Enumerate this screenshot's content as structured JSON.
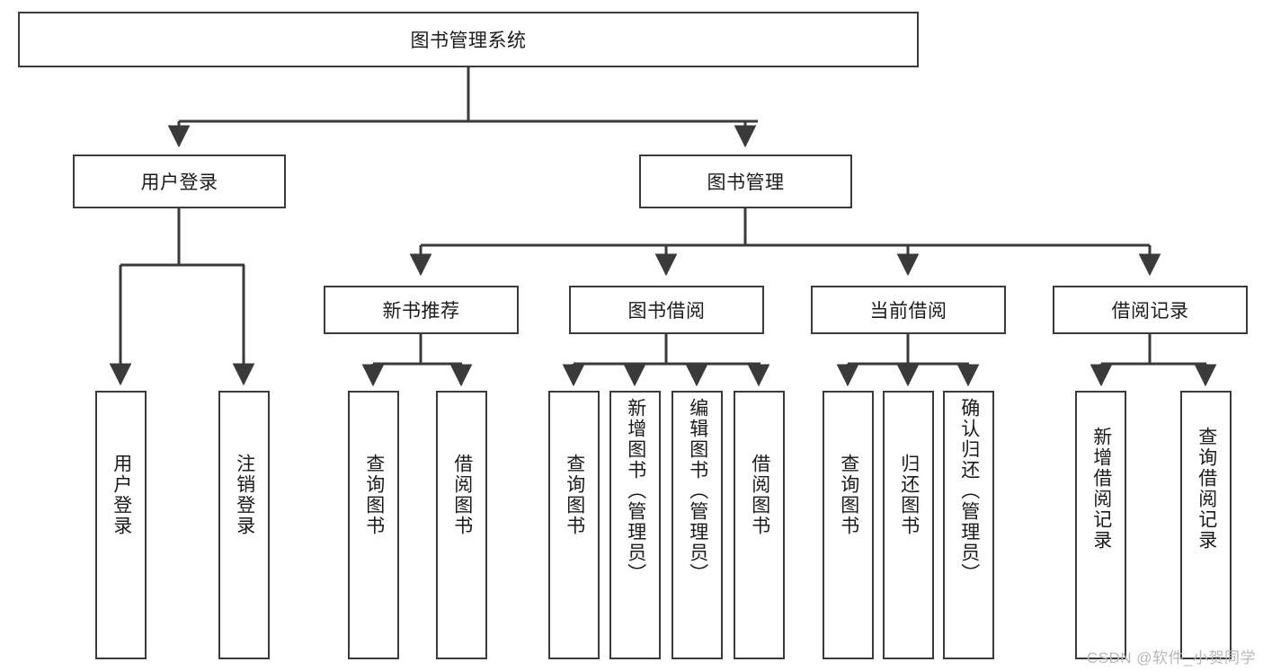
{
  "diagram": {
    "type": "tree-hierarchy",
    "title": "图书管理系统",
    "watermark": "CSDN @软件_小贺同学",
    "colors": {
      "stroke": "#3a3a3a",
      "fill": "#ffffff",
      "text": "#1b1b1b",
      "watermark": "#b8b8b8"
    },
    "levels": {
      "root": {
        "label": "图书管理系统"
      },
      "level1": [
        {
          "id": "user-login",
          "label": "用户登录"
        },
        {
          "id": "book-manage",
          "label": "图书管理"
        }
      ],
      "level2": [
        {
          "id": "new-book-rec",
          "label": "新书推荐"
        },
        {
          "id": "book-borrow",
          "label": "图书借阅"
        },
        {
          "id": "current-borrow",
          "label": "当前借阅"
        },
        {
          "id": "borrow-record",
          "label": "借阅记录"
        }
      ],
      "leaves": {
        "user-login": [
          {
            "id": "leaf-user-login",
            "label": "用户登录"
          },
          {
            "id": "leaf-logout",
            "label": "注销登录"
          }
        ],
        "new-book-rec": [
          {
            "id": "leaf-query-book-1",
            "label": "查询图书"
          },
          {
            "id": "leaf-borrow-book-1",
            "label": "借阅图书"
          }
        ],
        "book-borrow": [
          {
            "id": "leaf-query-book-2",
            "label": "查询图书"
          },
          {
            "id": "leaf-add-book",
            "label": "新增图书（管理员）"
          },
          {
            "id": "leaf-edit-book",
            "label": "编辑图书（管理员）"
          },
          {
            "id": "leaf-borrow-book-2",
            "label": "借阅图书"
          }
        ],
        "current-borrow": [
          {
            "id": "leaf-query-book-3",
            "label": "查询图书"
          },
          {
            "id": "leaf-return-book",
            "label": "归还图书"
          },
          {
            "id": "leaf-confirm-return",
            "label": "确认归还（管理员）"
          }
        ],
        "borrow-record": [
          {
            "id": "leaf-add-record",
            "label": "新增借阅记录"
          },
          {
            "id": "leaf-query-record",
            "label": "查询借阅记录"
          }
        ]
      }
    }
  }
}
